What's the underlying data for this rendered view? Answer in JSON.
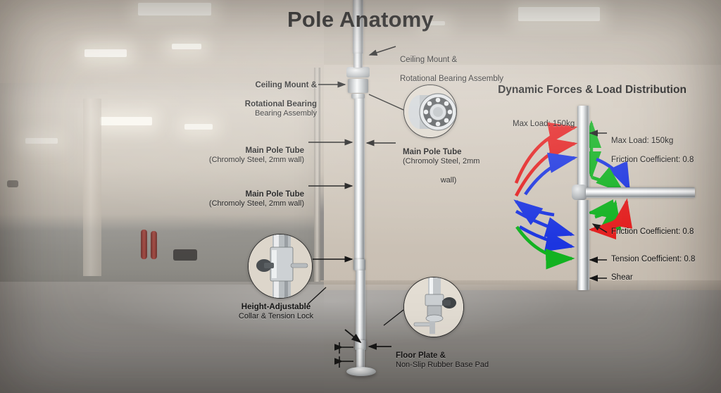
{
  "title": "Pole Anatomy",
  "colors": {
    "force_red": "#e31f1f",
    "force_green": "#12b221",
    "force_blue": "#1c35e0",
    "leader": "#161616",
    "text": "#141414"
  },
  "annotations": {
    "ceiling_mount_left": {
      "line1": "Ceiling Mount &",
      "line2": "Rotational Bearing",
      "line3": "Bearing Assembly"
    },
    "ceiling_mount_right": {
      "line1": "Ceiling Mount &",
      "line2": "Rotational Bearing Assembly"
    },
    "main_pole_left_1": {
      "line1": "Main Pole Tube",
      "line2": "(Chromoly Steel, 2mm wall)"
    },
    "main_pole_left_2": {
      "line1": "Main Pole Tube",
      "line2": "(Chromoly Steel, 2mm wall)"
    },
    "main_pole_right": {
      "line1": "Main Pole Tube",
      "line2": "(Chromoly Steel, 2mm",
      "line3": "wall)"
    },
    "collar": {
      "line1": "Height-Adjustable",
      "line2": "Collar & Tension Lock"
    },
    "floor_plate": {
      "line1": "Floor Plate &",
      "line2": "Non-Slip Rubber Base Pad"
    }
  },
  "force_panel": {
    "title": "Dynamic Forces & Load Distribution",
    "max_load_left": "Max Load: 150kg",
    "callouts": [
      {
        "id": "max-load",
        "line1": "Max Load: 150kg",
        "line2": "Friction Coefficient: 0.8"
      },
      {
        "id": "friction",
        "line1": "Friction Coefficient: 0.8"
      },
      {
        "id": "tension",
        "line1": "Tension Coefficient: 0.8"
      },
      {
        "id": "shear",
        "line1": "Shear"
      }
    ]
  },
  "chart_data": {
    "type": "diagram",
    "title": "Dynamic Forces & Load Distribution",
    "annotations": [
      {
        "label": "Max Load",
        "value": 150,
        "unit": "kg"
      },
      {
        "label": "Friction Coefficient",
        "value": 0.8,
        "unit": ""
      },
      {
        "label": "Tension Coefficient",
        "value": 0.8,
        "unit": ""
      },
      {
        "label": "Shear",
        "value": null,
        "unit": ""
      }
    ],
    "force_vectors": [
      {
        "color": "#e31f1f",
        "name": "upper-left-red-arc-1",
        "direction": "right"
      },
      {
        "color": "#e31f1f",
        "name": "upper-left-red-arc-2",
        "direction": "right"
      },
      {
        "color": "#1c35e0",
        "name": "upper-left-blue-arc",
        "direction": "right"
      },
      {
        "color": "#12b221",
        "name": "upper-vertical-green-double",
        "direction": "up-down"
      },
      {
        "color": "#1c35e0",
        "name": "upper-right-blue-arc",
        "direction": "down-right"
      },
      {
        "color": "#12b221",
        "name": "upper-right-green-arc",
        "direction": "down-right"
      },
      {
        "color": "#1c35e0",
        "name": "lower-left-blue-arc-1",
        "direction": "up-left"
      },
      {
        "color": "#1c35e0",
        "name": "lower-left-blue-arc-2",
        "direction": "right"
      },
      {
        "color": "#1c35e0",
        "name": "lower-left-blue-arc-3",
        "direction": "right"
      },
      {
        "color": "#12b221",
        "name": "lower-left-green-arc",
        "direction": "right"
      },
      {
        "color": "#12b221",
        "name": "lower-right-green-arc",
        "direction": "up-right"
      },
      {
        "color": "#12b221",
        "name": "lower-right-green-arrow-left",
        "direction": "left"
      },
      {
        "color": "#e31f1f",
        "name": "lower-right-red-arc",
        "direction": "up-right"
      },
      {
        "color": "#e31f1f",
        "name": "lower-right-red-arrow-left",
        "direction": "left"
      }
    ]
  }
}
